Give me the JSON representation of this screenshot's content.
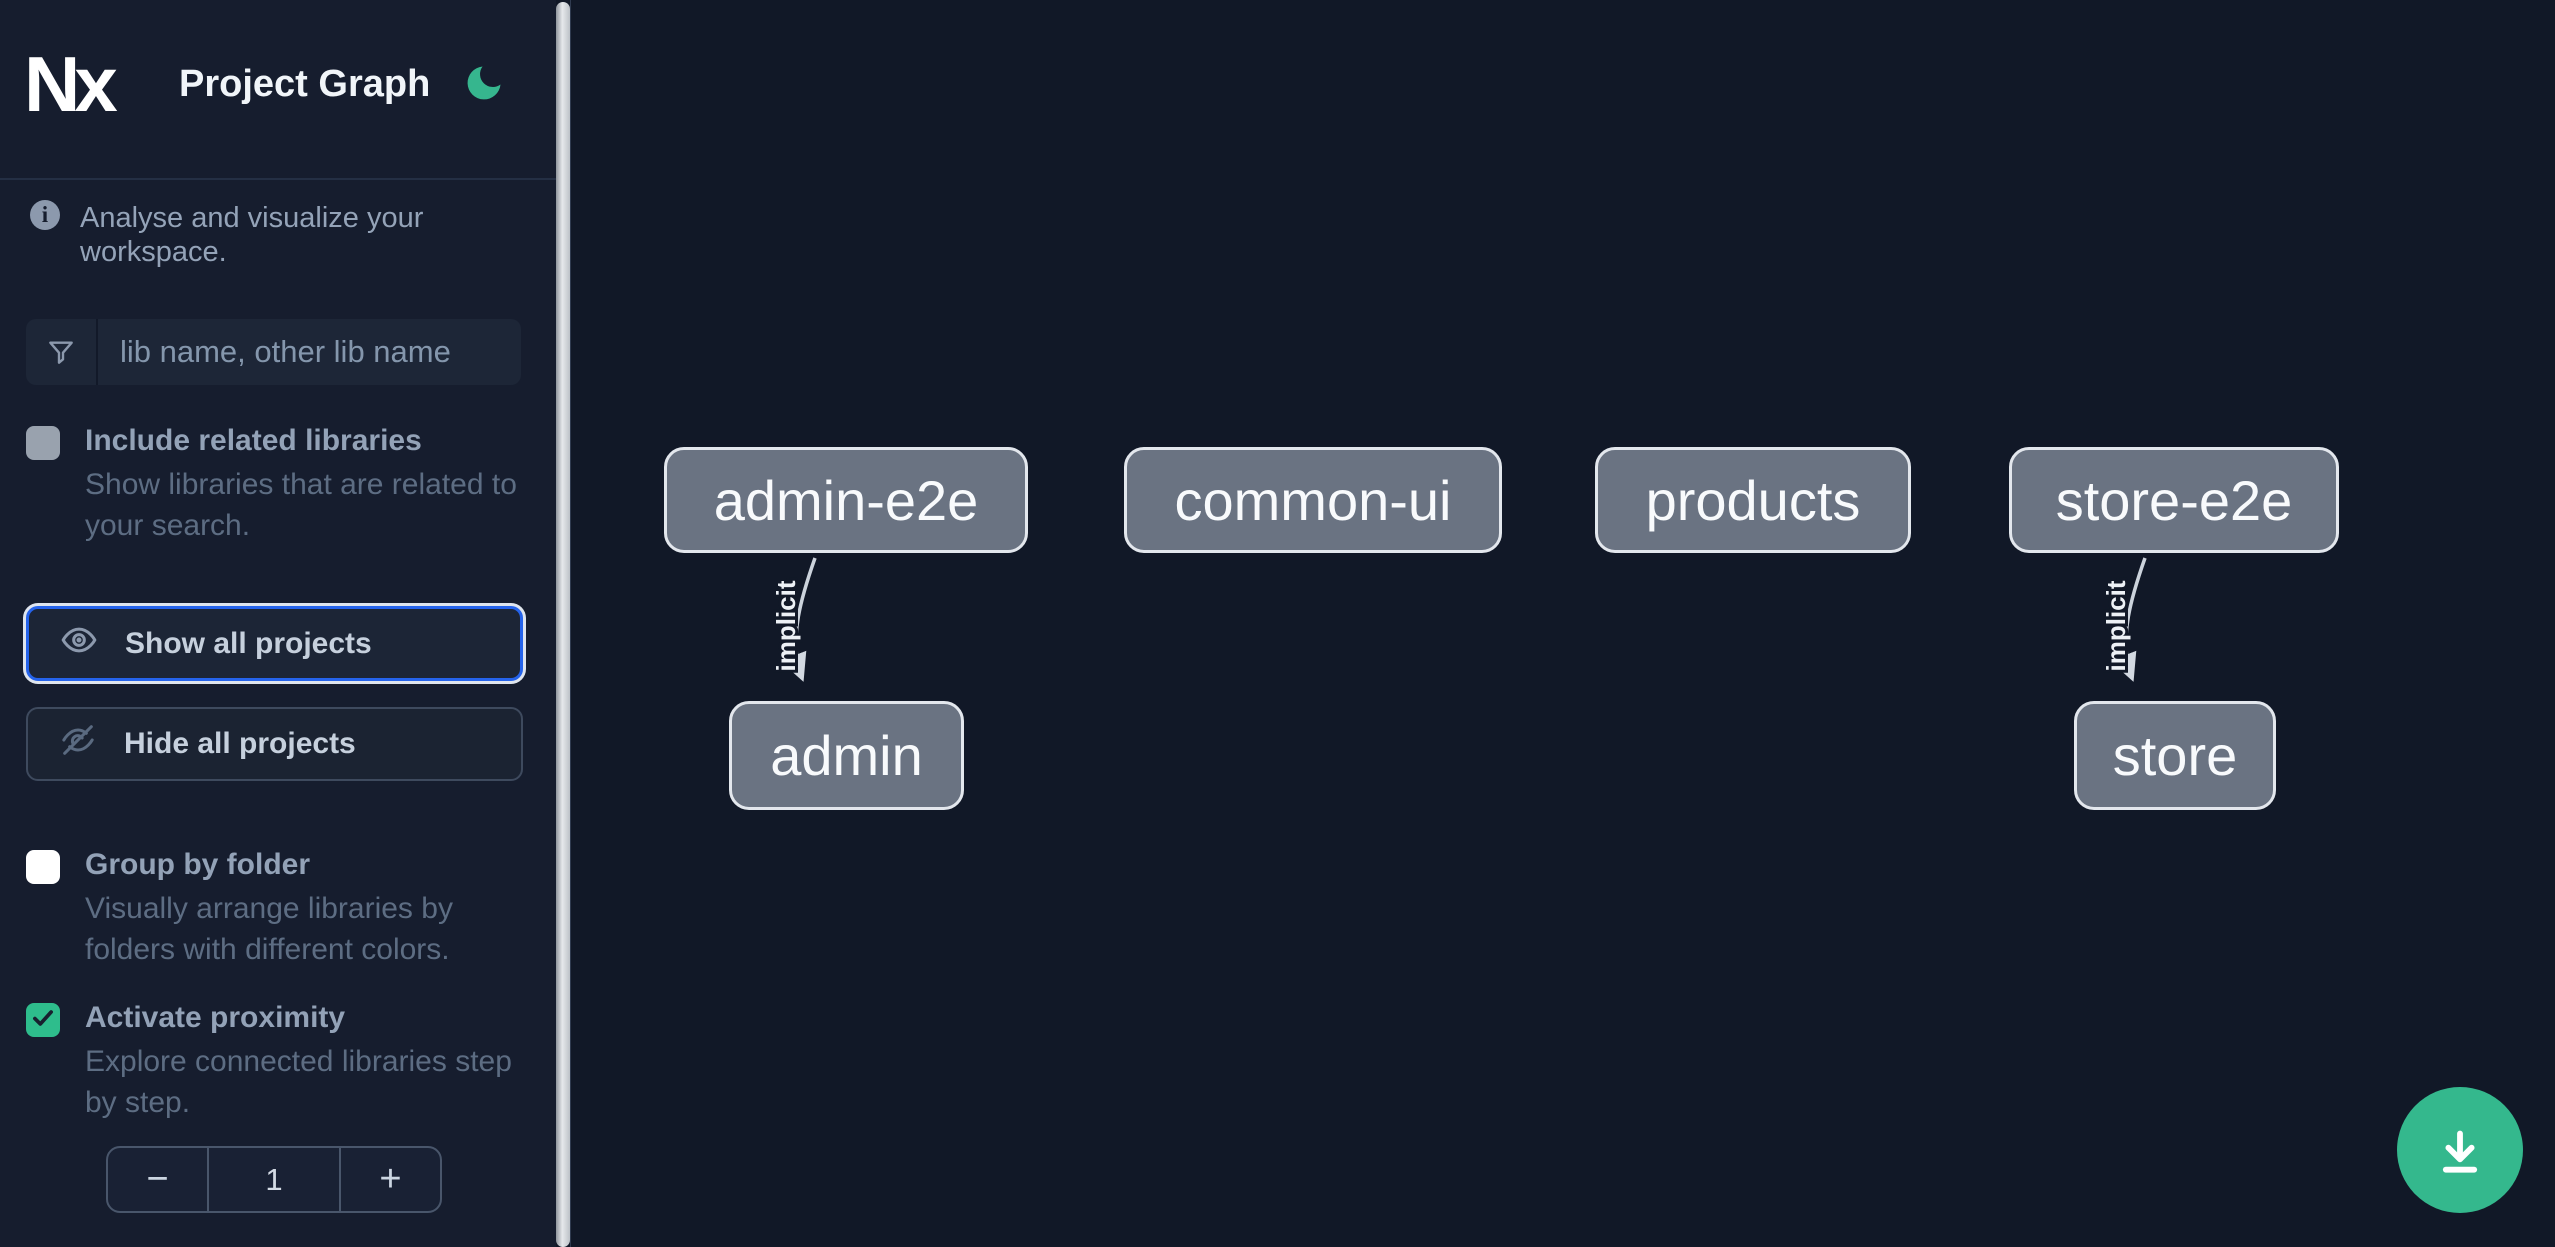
{
  "app": {
    "logo_text": "Nx",
    "title": "Project Graph"
  },
  "sidebar": {
    "tagline": "Analyse and visualize your workspace.",
    "search": {
      "placeholder": "lib name, other lib name"
    },
    "options": {
      "include_related": {
        "label": "Include related libraries",
        "description": "Show libraries that are related to your search.",
        "checked": false
      },
      "group_by_folder": {
        "label": "Group by folder",
        "description": "Visually arrange libraries by folders with different colors.",
        "checked": false
      },
      "activate_proximity": {
        "label": "Activate proximity",
        "description": "Explore connected libraries step by step.",
        "checked": true
      }
    },
    "actions": {
      "show_all": "Show all projects",
      "hide_all": "Hide all projects"
    },
    "proximity_stepper": {
      "decrement": "−",
      "value": "1",
      "increment": "+"
    }
  },
  "graph": {
    "nodes": [
      {
        "label": "admin-e2e"
      },
      {
        "label": "common-ui"
      },
      {
        "label": "products"
      },
      {
        "label": "store-e2e"
      },
      {
        "label": "admin"
      },
      {
        "label": "store"
      }
    ],
    "edges": [
      {
        "from": "admin-e2e",
        "to": "admin",
        "label": "implicit",
        "type": "implicit"
      },
      {
        "from": "store-e2e",
        "to": "store",
        "label": "implicit",
        "type": "implicit"
      }
    ]
  },
  "colors": {
    "accent_blue": "#2563eb",
    "accent_green": "#2ebd8c",
    "fab_green": "#34b88d",
    "node_fill": "#6a7382",
    "sidebar_bg": "#161d2e",
    "canvas_bg": "#111827"
  }
}
